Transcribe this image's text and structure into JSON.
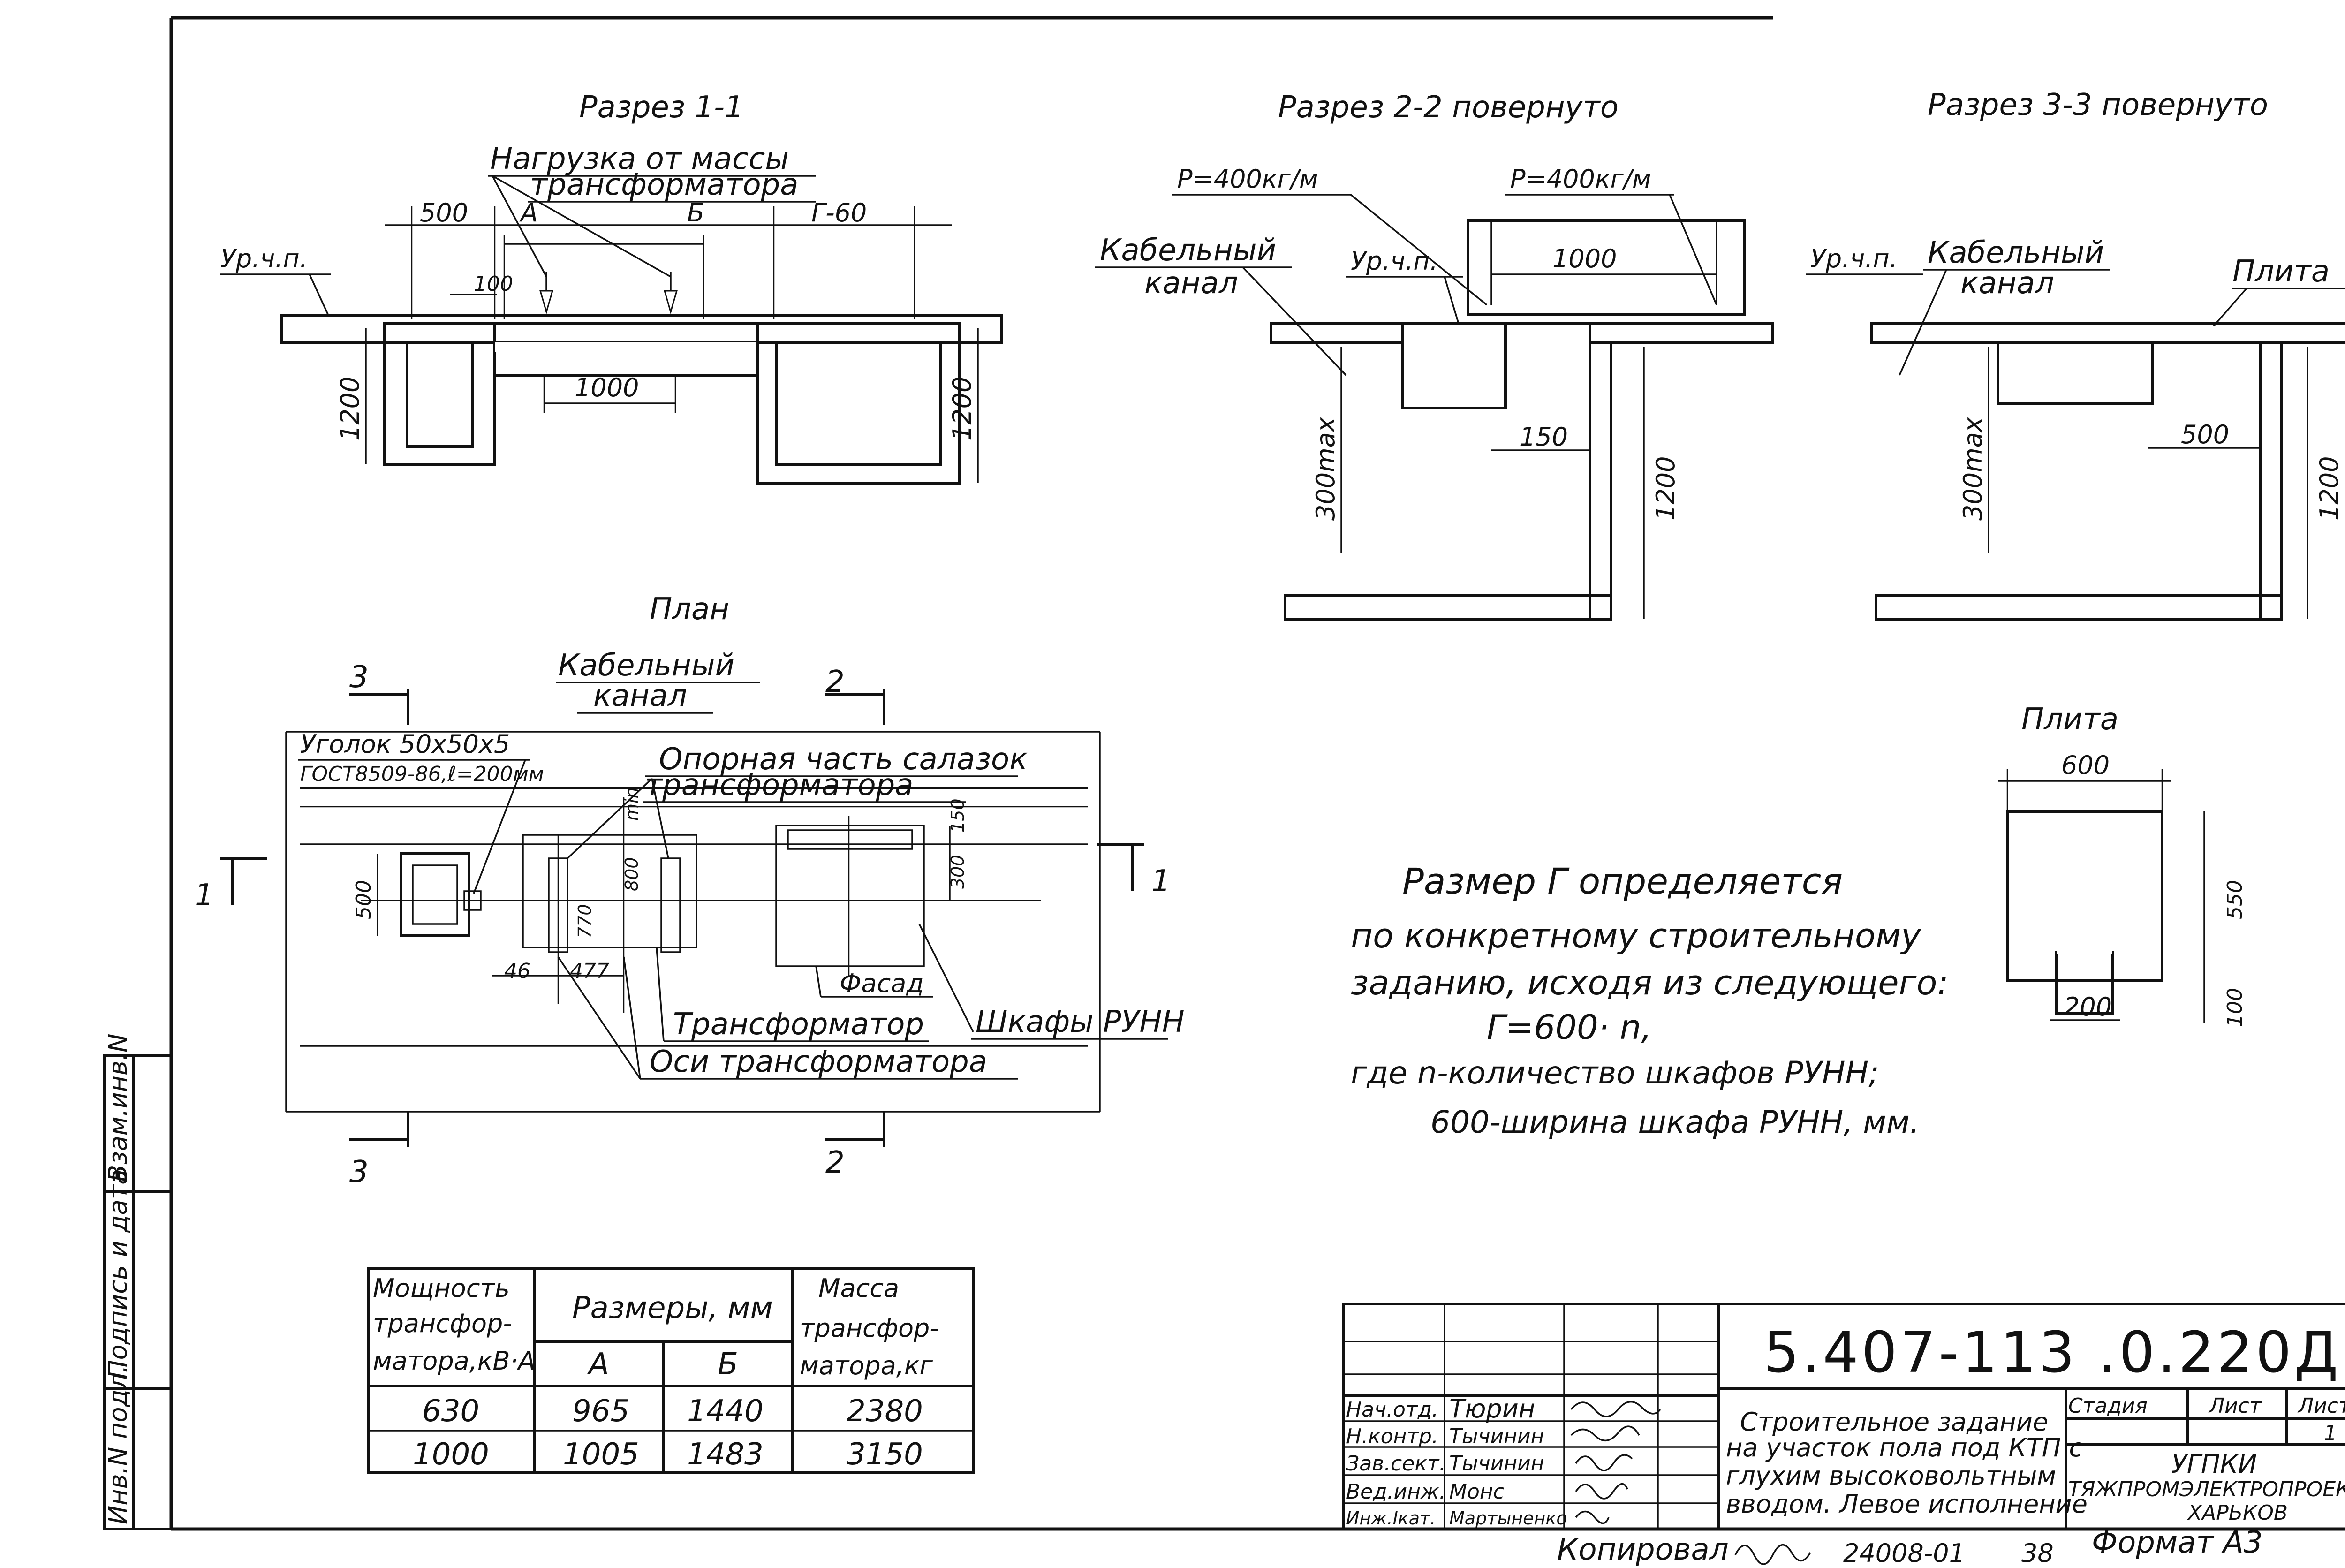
{
  "sections": {
    "s11": {
      "title": "Разрез 1-1",
      "load_label_1": "Нагрузка от массы",
      "load_label_2": "трансформатора",
      "dim_500": "500",
      "dim_a": "А",
      "dim_b": "Б",
      "dim_g": "Г-60",
      "level": "Ур.ч.п.",
      "dim_100": "100",
      "dim_1000": "1000",
      "dim_1200_left": "1200",
      "dim_1200_right": "1200"
    },
    "s22": {
      "title": "Разрез 2-2 повернуто",
      "p_left": "P=400кг/м",
      "p_right": "P=400кг/м",
      "cable_1": "Кабельный",
      "cable_2": "канал",
      "level": "Ур.ч.п.",
      "dim_1000": "1000",
      "dim_150": "150",
      "dim_300max": "300max",
      "dim_1200": "1200"
    },
    "s33": {
      "title": "Разрез 3-3 повернуто",
      "level": "Ур.ч.п.",
      "cable_1": "Кабельный",
      "cable_2": "канал",
      "plate": "Плита",
      "dim_500": "500",
      "dim_300max": "300max",
      "dim_1200": "1200"
    }
  },
  "plan": {
    "title": "План",
    "cable_1": "Кабельный",
    "cable_2": "канал",
    "mark_3_top": "3",
    "mark_3_bottom": "3",
    "mark_2_top": "2",
    "mark_2_bottom": "2",
    "mark_1_left": "1",
    "mark_1_right": "1",
    "angle_1": "Уголок 50х50х5",
    "angle_2": "ГОСТ8509-86,ℓ=200мм",
    "support_1": "Опорная часть салазок",
    "support_2": "трансформатора",
    "dim_min": "min",
    "dim_150": "150",
    "dim_800": "800",
    "dim_300": "300",
    "dim_500": "500",
    "dim_770": "770",
    "dim_46": "46",
    "dim_477": "477",
    "facade": "Фасад",
    "transformer": "Трансформатор",
    "cabinets": "Шкафы РУНН",
    "axes": "Оси трансформатора"
  },
  "plate": {
    "title": "Плита",
    "dim_600": "600",
    "dim_550": "550",
    "dim_200": "200",
    "dim_100": "100"
  },
  "note": {
    "line1": "Размер Г определяется",
    "line2": "по конкретному строительному",
    "line3": "заданию, исходя из следующего:",
    "line4": "Г=600· n,",
    "line5": "где n-количество шкафов РУНН;",
    "line6": "600-ширина шкафа РУНН, мм."
  },
  "table": {
    "head_power_1": "Мощность",
    "head_power_2": "трансфор-",
    "head_power_3": "матора,кВ·А",
    "head_sizes": "Размеры, мм",
    "head_a": "А",
    "head_b": "Б",
    "head_mass_1": "Масса",
    "head_mass_2": "трансфор-",
    "head_mass_3": "матора,кг",
    "rows": [
      {
        "power": "630",
        "a": "965",
        "b": "1440",
        "mass": "2380"
      },
      {
        "power": "1000",
        "a": "1005",
        "b": "1483",
        "mass": "3150"
      }
    ]
  },
  "side_stamp": {
    "inv": "Инв.N подл.",
    "sign": "Подпись и дата",
    "vzam": "Взам.инв.N"
  },
  "title_block": {
    "code": "5.407-113 .0.220Д",
    "desc_1": "Строительное задание",
    "desc_2": "на участок пола под КТП с",
    "desc_3": "глухим высоковольтным",
    "desc_4": "вводом. Левое исполнение",
    "stage": "Стадия",
    "sheet": "Лист",
    "sheets": "Листов",
    "sheets_val": "1",
    "org_1": "УГПКИ",
    "org_2": "ТЯЖПРОМЭЛЕКТРОПРОЕКТ",
    "org_3": "ХАРЬКОВ",
    "roles": [
      {
        "role": "Нач.отд.",
        "name": "Тюрин"
      },
      {
        "role": "Н.контр.",
        "name": "Тычинин"
      },
      {
        "role": "Зав.сект.",
        "name": "Тычинин"
      },
      {
        "role": "Вед.инж.",
        "name": "Монс"
      },
      {
        "role": "Инж.Iкат.",
        "name": "Мартыненко"
      }
    ],
    "copied": "Копировал",
    "order": "24008-01",
    "num": "38",
    "format": "Формат А3"
  }
}
